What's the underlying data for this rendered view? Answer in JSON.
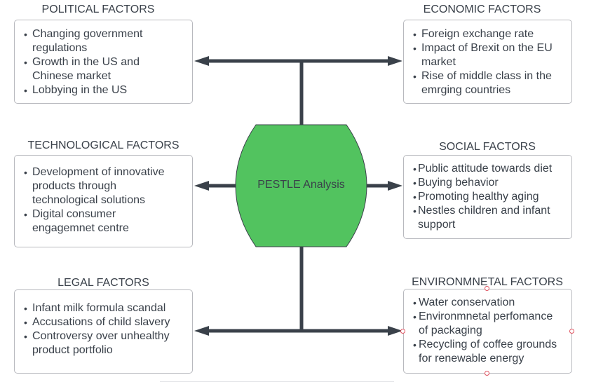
{
  "diagram": {
    "center": {
      "label": "PESTLE Analysis",
      "fill": "#52c35f",
      "stroke": "#3a414a"
    },
    "connector_color": "#3a414a",
    "selection_handle_color": "#e0525f",
    "factors": [
      {
        "id": "political",
        "title": "POLITICAL FACTORS",
        "items": [
          "Changing government regulations",
          "Growth in the US and Chinese market",
          "Lobbying in the US"
        ]
      },
      {
        "id": "economic",
        "title": "ECONOMIC FACTORS",
        "items": [
          "Foreign exchange rate",
          "Impact of Brexit on the EU market",
          "Rise of middle class in the emrging countries"
        ]
      },
      {
        "id": "technological",
        "title": "TECHNOLOGICAL FACTORS",
        "items": [
          "Development of innovative products through technological solutions",
          "Digital consumer engagemnet centre"
        ]
      },
      {
        "id": "social",
        "title": "SOCIAL FACTORS",
        "items": [
          "Public attitude towards diet",
          "Buying behavior",
          "Promoting healthy aging",
          "Nestles children and infant support"
        ]
      },
      {
        "id": "legal",
        "title": "LEGAL FACTORS",
        "items": [
          "Infant milk formula scandal",
          "Accusations of child slavery",
          "Controversy over unhealthy product portfolio"
        ]
      },
      {
        "id": "environmental",
        "title": "ENVIRONMNETAL FACTORS",
        "items": [
          "Water conservation",
          "Environmnetal perfomance of packaging",
          "Recycling of coffee grounds for renewable energy"
        ]
      }
    ]
  }
}
